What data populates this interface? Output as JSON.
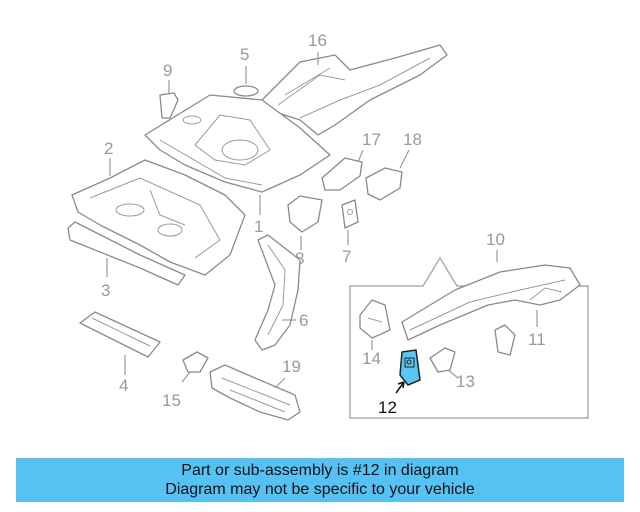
{
  "diagram": {
    "callouts": [
      "1",
      "2",
      "3",
      "4",
      "5",
      "6",
      "7",
      "8",
      "9",
      "10",
      "11",
      "12",
      "13",
      "14",
      "15",
      "16",
      "17",
      "18",
      "19"
    ],
    "highlighted_part": "12"
  },
  "colors": {
    "banner_bg": "#56c2f4",
    "highlight_fill": "#5cc6f2",
    "part_stroke": "#8a8a8a",
    "label_gray": "#9a9a9a"
  },
  "banner": {
    "line1": "Part or sub-assembly is #12 in diagram",
    "line2": "Diagram may not be specific to your vehicle"
  }
}
